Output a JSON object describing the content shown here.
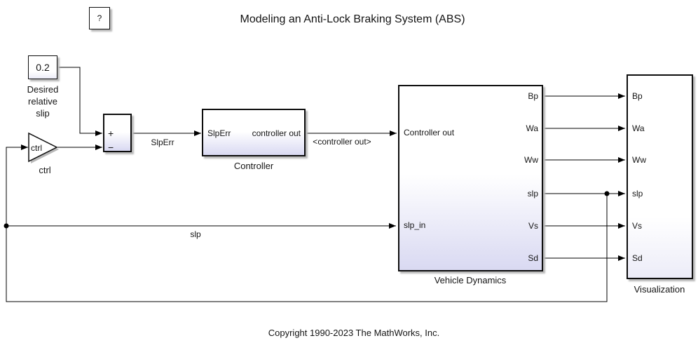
{
  "title": "Modeling an Anti-Lock Braking System (ABS)",
  "copyright": "Copyright 1990-2023 The MathWorks, Inc.",
  "help_block": {
    "label": "?"
  },
  "blocks": {
    "constant": {
      "value": "0.2",
      "name": "Desired\nrelative\nslip"
    },
    "gain": {
      "text": "ctrl",
      "name": "ctrl"
    },
    "sum": {
      "plus": "+",
      "minus": "−"
    },
    "controller": {
      "name": "Controller",
      "in_port": "SlpErr",
      "out_port": "controller out"
    },
    "vehicle_dynamics": {
      "name": "Vehicle Dynamics",
      "in_ports": [
        "Controller out",
        "slp_in"
      ],
      "out_ports": [
        "Bp",
        "Wa",
        "Ww",
        "slp",
        "Vs",
        "Sd"
      ]
    },
    "visualization": {
      "name": "Visualization",
      "in_ports": [
        "Bp",
        "Wa",
        "Ww",
        "slp",
        "Vs",
        "Sd"
      ]
    }
  },
  "signal_labels": {
    "sum_to_controller": "SlpErr",
    "controller_to_vehicle": "<controller out>",
    "feedback": "slp"
  },
  "colors": {
    "background": "#ffffff",
    "wire": "#000000",
    "block_border": "#0d0d0d",
    "block_fill_bottom": "#d9d9f2",
    "shadow": "#b9b9b9"
  }
}
